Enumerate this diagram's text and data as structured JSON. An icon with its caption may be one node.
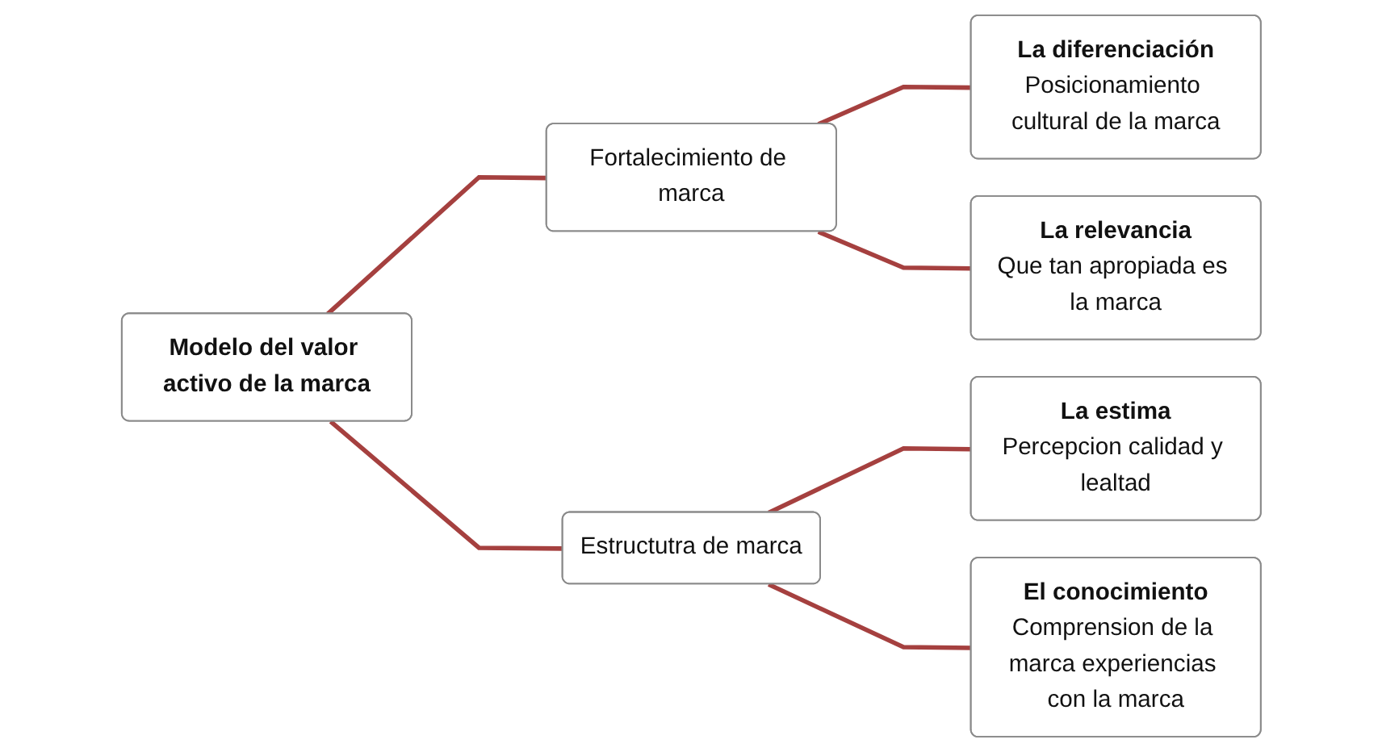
{
  "diagram": {
    "nodes": [
      {
        "text": [
          "Modelo del valor activo de la marca"
        ]
      },
      {
        "text": [
          "Fortalecimiento de marca"
        ]
      },
      {
        "text": [
          "Estructutra de marca"
        ]
      },
      {
        "text": [
          "La diferenciación",
          "Posicionamiento cultural de la marca"
        ]
      },
      {
        "text": [
          "La relevancia",
          "Que tan apropiada es la marca"
        ]
      },
      {
        "text": [
          "La estima",
          "Percepcion calidad y lealtad"
        ]
      },
      {
        "text": [
          "El conocimiento",
          "Comprension de la marca experiencias con la marca"
        ]
      }
    ],
    "edges": [
      {
        "from": 0,
        "to": 1,
        "arrow": "none"
      },
      {
        "from": 0,
        "to": 2,
        "arrow": "none"
      },
      {
        "from": 1,
        "to": 3,
        "arrow": "none"
      },
      {
        "from": 1,
        "to": 4,
        "arrow": "none"
      },
      {
        "from": 2,
        "to": 5,
        "arrow": "none"
      },
      {
        "from": 2,
        "to": 6,
        "arrow": "none"
      }
    ]
  }
}
